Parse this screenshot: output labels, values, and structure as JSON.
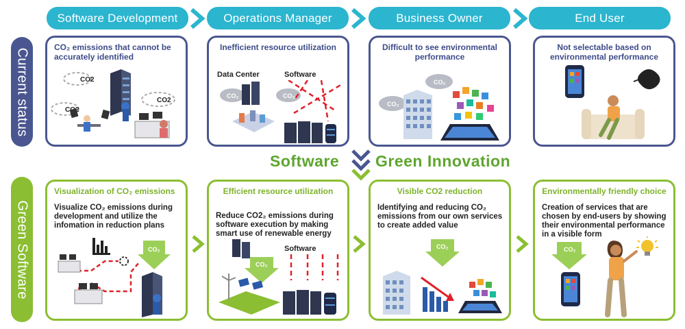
{
  "roles": [
    "Software Development",
    "Operations Manager",
    "Business Owner",
    "End User"
  ],
  "side_labels": {
    "current": "Current status",
    "green": "Green Software"
  },
  "center": {
    "left": "Software",
    "right": "Green Innovation"
  },
  "current": [
    {
      "title": "CO₂ emissions that cannot be accurately identified",
      "co2_a": "CO2",
      "co2_b": "CO2",
      "co2_c": "CO2"
    },
    {
      "title": "Inefficient resource utilization",
      "label_a": "Data Center",
      "label_b": "Software",
      "co2": "CO₂"
    },
    {
      "title": "Difficult to see environmental performance",
      "co2": "CO₂"
    },
    {
      "title": "Not selectable based on environmental performance"
    }
  ],
  "green": [
    {
      "title": "Visualization of CO₂ emissions",
      "body": "Visualize CO₂ emissions during development and utilize the infomation in reduction plans",
      "co2": "CO₂"
    },
    {
      "title": "Efficient resource utilization",
      "body": "Reduce CO2₂ emissions during software execution by making smart use of renewable energy",
      "label": "Software",
      "co2": "CO₂"
    },
    {
      "title": "Visible CO2 reduction",
      "body": "Identifying and reducing CO₂ emissions from our own services to create added value",
      "co2": "CO₂"
    },
    {
      "title": "Environmentally friendly choice",
      "body": "Creation of services that are chosen by end-users by showing their environmental performance in a visible form",
      "co2": "CO₂"
    }
  ],
  "colors": {
    "teal": "#2bb5cf",
    "navy": "#4a5690",
    "green": "#8bbe32",
    "text_green": "#5ea52f"
  }
}
